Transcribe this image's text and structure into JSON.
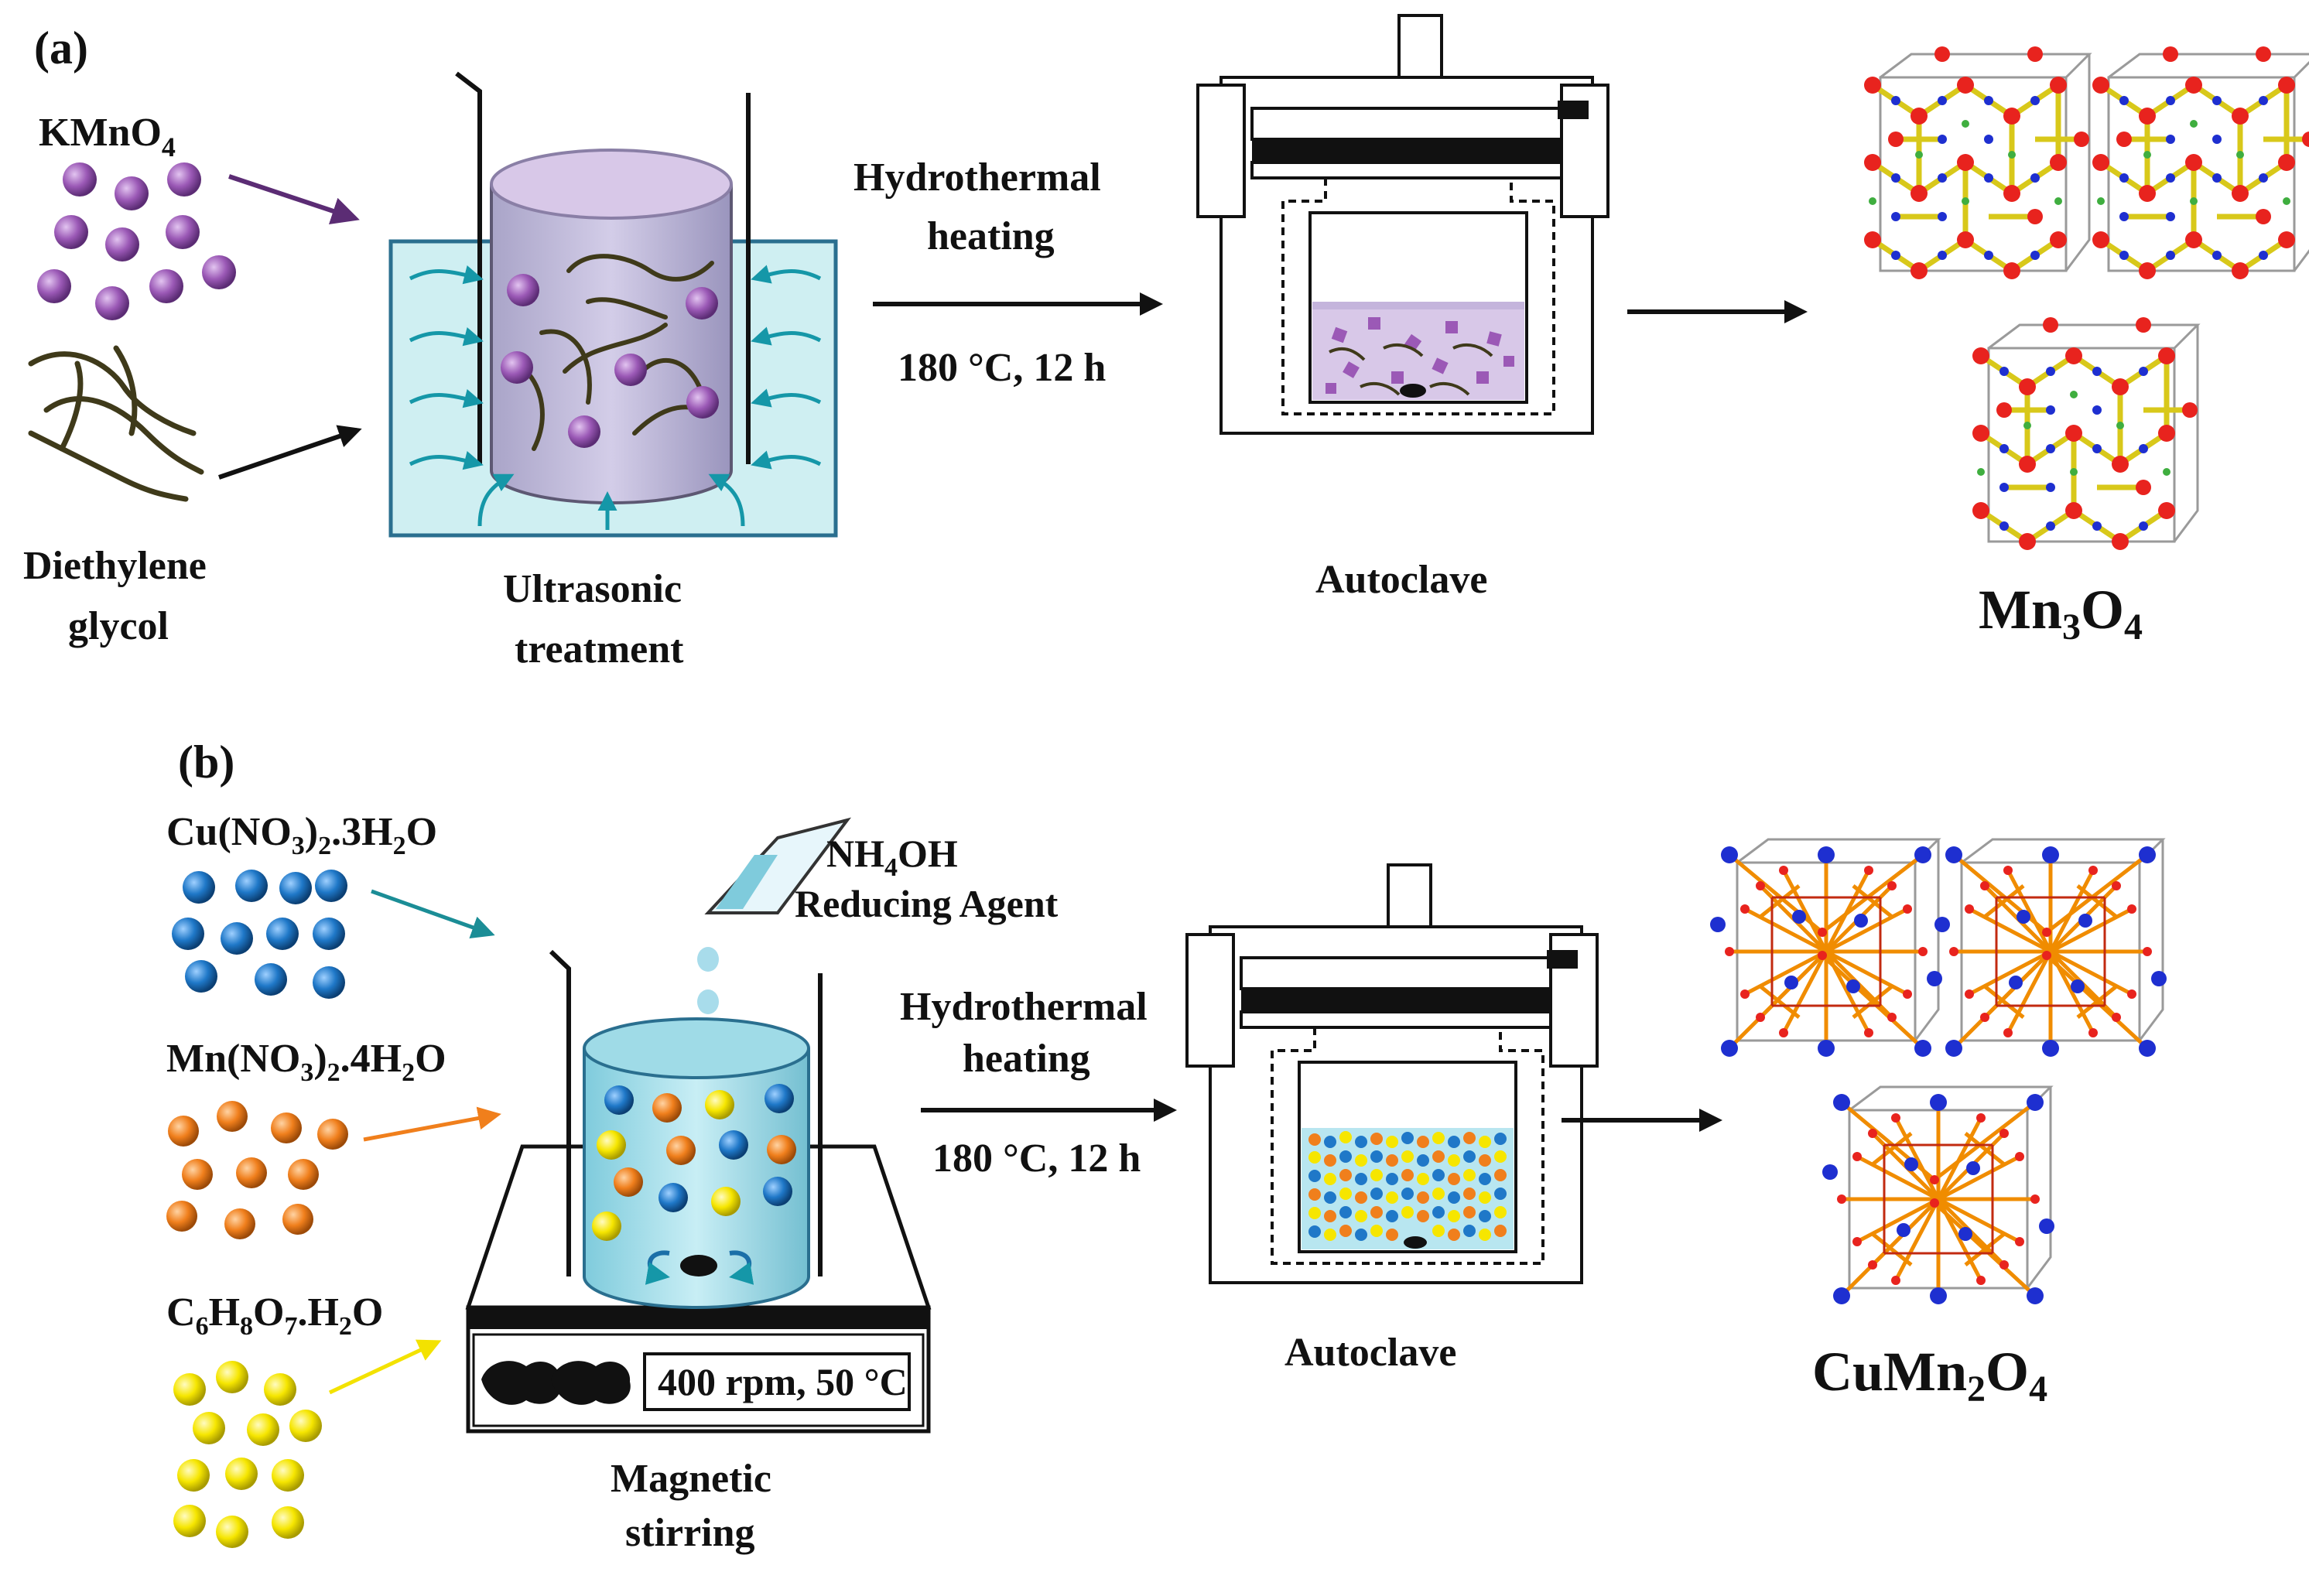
{
  "panel_a": {
    "label": "(a)",
    "reagent1": {
      "base": "KMnO",
      "sub": "4"
    },
    "reagent2_line1": "Diethylene",
    "reagent2_line2": "glycol",
    "step1_line1": "Ultrasonic",
    "step1_line2": "treatment",
    "arrow_top_line1": "Hydrothermal",
    "arrow_top_line2": "heating",
    "arrow_bottom": "180 °C, 12 h",
    "vessel_label": "Autoclave",
    "product": {
      "p1": "Mn",
      "s1": "3",
      "p2": "O",
      "s2": "4"
    }
  },
  "panel_b": {
    "label": "(b)",
    "reagent1": {
      "p1": "Cu(NO",
      "s1": "3",
      "p2": ")",
      "s2": "2",
      "p3": ".3H",
      "s3": "2",
      "p4": "O"
    },
    "reagent2": {
      "p1": "Mn(NO",
      "s1": "3",
      "p2": ")",
      "s2": "2",
      "p3": ".4H",
      "s3": "2",
      "p4": "O"
    },
    "reagent3": {
      "p1": "C",
      "s1": "6",
      "p2": "H",
      "s2": "8",
      "p3": "O",
      "s3": "7",
      "p4": ".H",
      "s4": "2",
      "p5": "O"
    },
    "reducer_line1": {
      "p1": "NH",
      "s1": "4",
      "p2": "OH"
    },
    "reducer_line2": "Reducing Agent",
    "stirrer_display": "400 rpm, 50 °C",
    "step1_line1": "Magnetic",
    "step1_line2": "stirring",
    "arrow_top_line1": "Hydrothermal",
    "arrow_top_line2": "heating",
    "arrow_bottom": "180 °C, 12 h",
    "vessel_label": "Autoclave",
    "product": {
      "p1": "CuMn",
      "s1": "2",
      "p2": "O",
      "s2": "4"
    }
  },
  "colors": {
    "kmno4": "#9b59b6",
    "copper": "#1f78c8",
    "manganese": "#f07f1c",
    "citric": "#f6e600",
    "water_bath": "#cfeff2",
    "water_border": "#2a6f8f",
    "mn3o4_oxygen": "#e8231e",
    "mn3o4_mn": "#d8c81a",
    "cumn2o4_bond": "#f08c00",
    "cumn2o4_cu": "#1e2fd0"
  }
}
